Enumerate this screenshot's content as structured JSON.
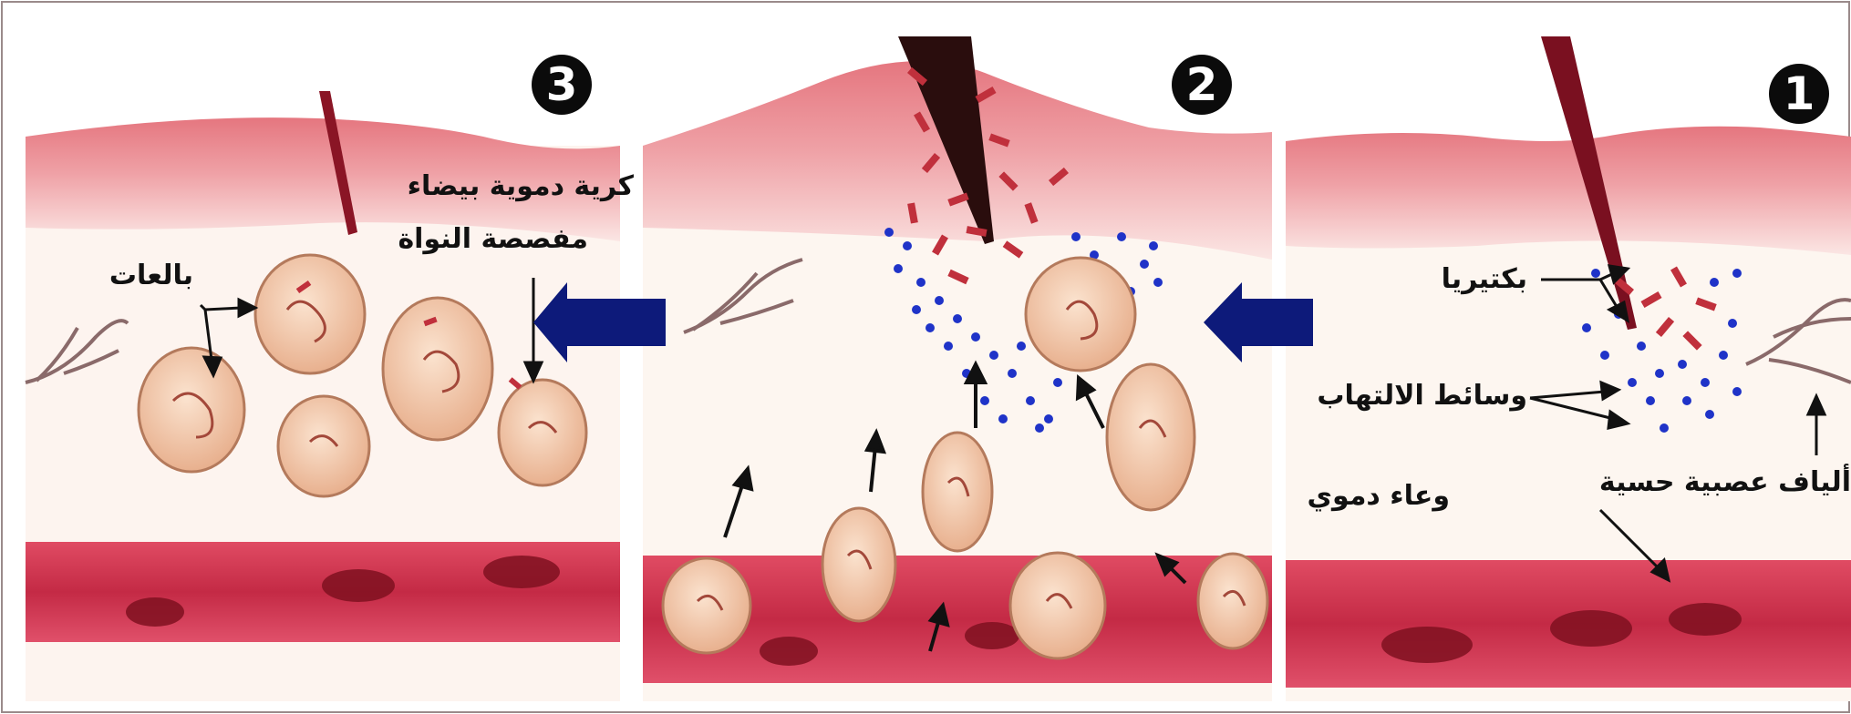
{
  "steps": {
    "one": "1",
    "two": "2",
    "three": "3"
  },
  "labels": {
    "bacteria": "بكتيريا",
    "inflammation_mediators": "وسائط الالتهاب",
    "sensory_nerve_fibers": "ألياف عصبية حسية",
    "blood_vessel": "وعاء دموي",
    "white_blood_cell": "كرية دموية بيضاء",
    "multilobed_nucleus": "مفصصة النواة",
    "phagocytes": "بالعات"
  },
  "colors": {
    "arrow_blue": "#0d1a7a",
    "mediator_dots": "#1f33c8",
    "tissue_pink": "#e89aa2",
    "vessel_red": "#c8304a",
    "bacteria_red": "#c0303c",
    "cell_peach": "#f0c6a8"
  }
}
